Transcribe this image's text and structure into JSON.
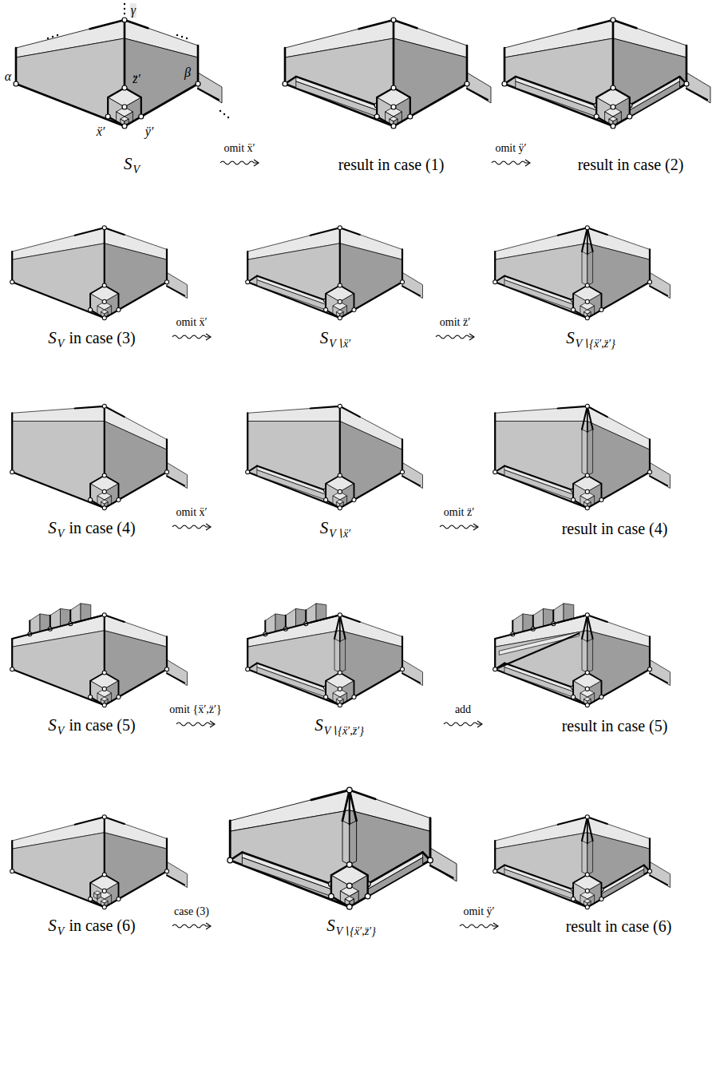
{
  "diagram": {
    "labels": [
      "γ",
      "z̈′",
      "α",
      "ẍ′",
      "ÿ′",
      "β",
      "S",
      "V",
      "omit ẍ′",
      "result in case (1)",
      "omit ÿ′",
      "result in case (2)",
      "S",
      "V",
      "in case (3)",
      "omit ẍ′",
      "S",
      "V∖ẍ′",
      "omit z̈′",
      "S",
      "V∖{ẍ′,z̈′}",
      "S",
      "V",
      "in case (4)",
      "omit ẍ′",
      "S",
      "V∖ẍ′",
      "omit z̈′",
      "result in case (4)",
      "S",
      "V",
      "in case (5)",
      "omit {ẍ′,z̈′}",
      "S",
      "V∖{ẍ′,z̈′}",
      "add",
      "result in case (5)",
      "S",
      "V",
      "in case (6)",
      "case (3)",
      "S",
      "V∖{ẍ′,z̈′}",
      "omit ÿ′",
      "result in case (6)"
    ]
  }
}
